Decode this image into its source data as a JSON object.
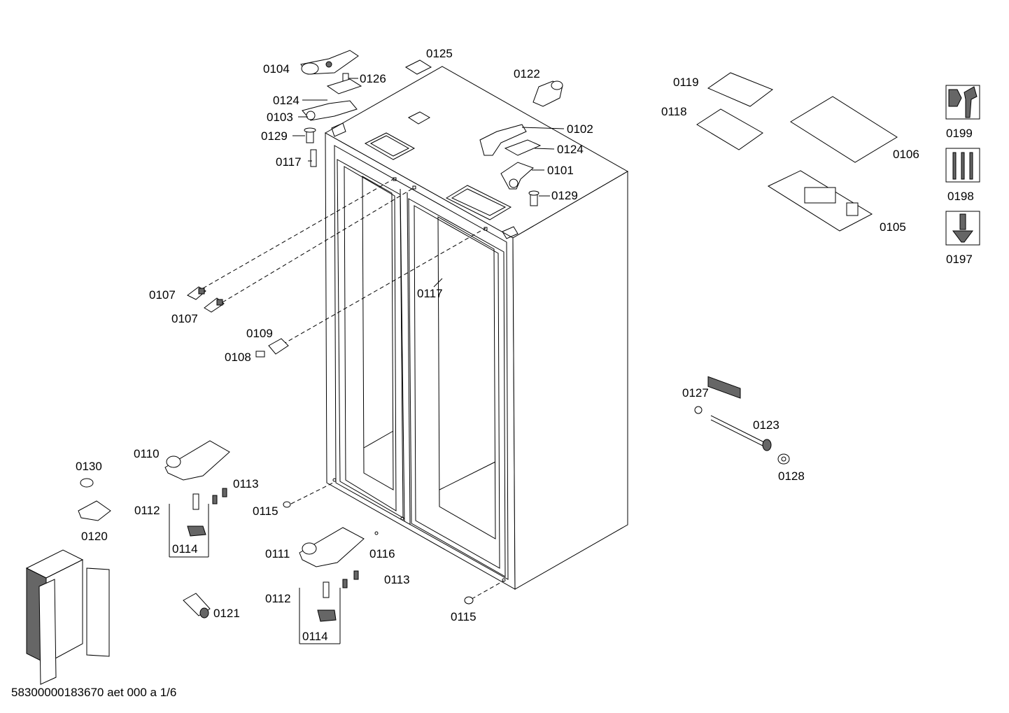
{
  "parts": {
    "p0104": "0104",
    "p0126": "0126",
    "p0124a": "0124",
    "p0103": "0103",
    "p0129a": "0129",
    "p0117a": "0117",
    "p0125": "0125",
    "p0122": "0122",
    "p0102": "0102",
    "p0124b": "0124",
    "p0101": "0101",
    "p0129b": "0129",
    "p0119": "0119",
    "p0118": "0118",
    "p0106": "0106",
    "p0105": "0105",
    "p0199": "0199",
    "p0198": "0198",
    "p0197": "0197",
    "p0107a": "0107",
    "p0107b": "0107",
    "p0117b": "0117",
    "p0109": "0109",
    "p0108": "0108",
    "p0127": "0127",
    "p0123": "0123",
    "p0128": "0128",
    "p0130": "0130",
    "p0110": "0110",
    "p0113a": "0113",
    "p0112a": "0112",
    "p0115a": "0115",
    "p0120": "0120",
    "p0114a": "0114",
    "p0111": "0111",
    "p0116": "0116",
    "p0113b": "0113",
    "p0112b": "0112",
    "p0121": "0121",
    "p0114b": "0114",
    "p0115b": "0115"
  },
  "footer": "58300000183670 aet 000 a 1/6"
}
